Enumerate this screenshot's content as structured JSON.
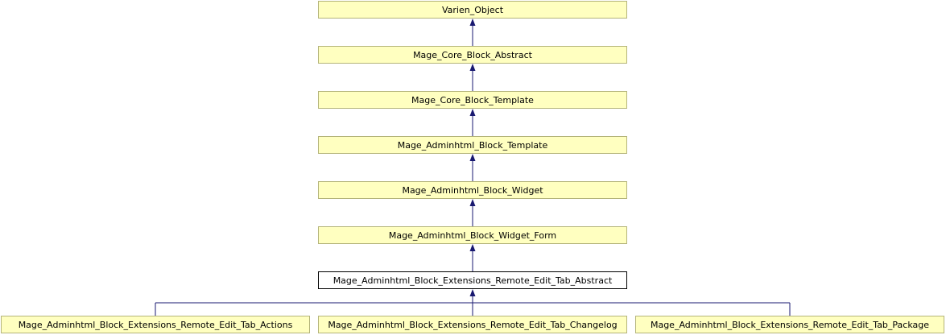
{
  "diagram": {
    "colors": {
      "node_fill": "#ffffc0",
      "node_border": "#b4b47a",
      "current_fill": "#ffffff",
      "current_border": "#000000",
      "edge": "#191970"
    },
    "nodes": [
      {
        "id": "varien-object",
        "label": "Varien_Object"
      },
      {
        "id": "core-block-abstract",
        "label": "Mage_Core_Block_Abstract"
      },
      {
        "id": "core-block-template",
        "label": "Mage_Core_Block_Template"
      },
      {
        "id": "adminhtml-block-template",
        "label": "Mage_Adminhtml_Block_Template"
      },
      {
        "id": "adminhtml-block-widget",
        "label": "Mage_Adminhtml_Block_Widget"
      },
      {
        "id": "adminhtml-block-widget-form",
        "label": "Mage_Adminhtml_Block_Widget_Form"
      },
      {
        "id": "remote-edit-tab-abstract",
        "label": "Mage_Adminhtml_Block_Extensions_Remote_Edit_Tab_Abstract",
        "current": true
      },
      {
        "id": "remote-edit-tab-actions",
        "label": "Mage_Adminhtml_Block_Extensions_Remote_Edit_Tab_Actions"
      },
      {
        "id": "remote-edit-tab-changelog",
        "label": "Mage_Adminhtml_Block_Extensions_Remote_Edit_Tab_Changelog"
      },
      {
        "id": "remote-edit-tab-package",
        "label": "Mage_Adminhtml_Block_Extensions_Remote_Edit_Tab_Package"
      }
    ],
    "edges": [
      {
        "from": "core-block-abstract",
        "to": "varien-object"
      },
      {
        "from": "core-block-template",
        "to": "core-block-abstract"
      },
      {
        "from": "adminhtml-block-template",
        "to": "core-block-template"
      },
      {
        "from": "adminhtml-block-widget",
        "to": "adminhtml-block-template"
      },
      {
        "from": "adminhtml-block-widget-form",
        "to": "adminhtml-block-widget"
      },
      {
        "from": "remote-edit-tab-abstract",
        "to": "adminhtml-block-widget-form"
      },
      {
        "from": "remote-edit-tab-actions",
        "to": "remote-edit-tab-abstract"
      },
      {
        "from": "remote-edit-tab-changelog",
        "to": "remote-edit-tab-abstract"
      },
      {
        "from": "remote-edit-tab-package",
        "to": "remote-edit-tab-abstract"
      }
    ]
  }
}
